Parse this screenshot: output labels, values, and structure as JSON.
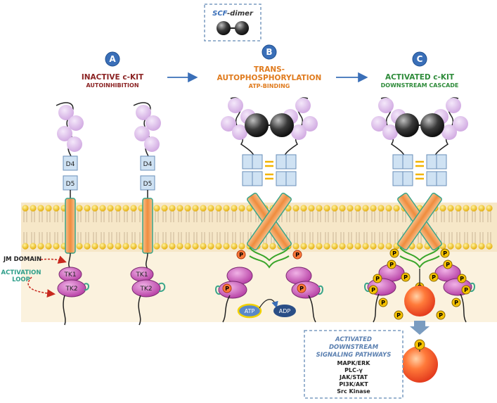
{
  "dimer_box": {
    "label_italic": "SCF",
    "label_rest": "-dimer"
  },
  "stages": [
    {
      "letter": "A",
      "title": "INACTIVE c-KIT",
      "subtitle": "AUTOINHIBITION"
    },
    {
      "letter": "B",
      "title_line1": "TRANS-",
      "title_line2": "AUTOPHOSPHORYLATION",
      "subtitle": "ATP-BINDING"
    },
    {
      "letter": "C",
      "title": "ACTIVATED c-KIT",
      "subtitle": "DOWNSTREAM CASCADE"
    }
  ],
  "domains": {
    "d4": "D4",
    "d5": "D5",
    "tk1": "TK1",
    "tk2": "TK2"
  },
  "phospho": "P",
  "nucleotides": {
    "atp": "ATP",
    "adp": "ADP"
  },
  "side_labels": {
    "jm_domain": "JM DOMAIN",
    "activation_line1": "ACTIVATION",
    "activation_line2": "LOOP"
  },
  "pathways": {
    "title_line1": "ACTIVATED",
    "title_line2": "DOWNSTREAM",
    "title_line3": "SIGNALING PATHWAYS",
    "items": [
      "MAPK/ERK",
      "PLC-γ",
      "JAK/STAT",
      "PI3K/AKT",
      "Src Kinase"
    ]
  },
  "colors": {
    "inactive_title": "#8b2323",
    "trans_title": "#e07b1e",
    "active_title": "#2e8b3a",
    "letter_circle": "#3a6fb8",
    "membrane_band": "#f6e7c8",
    "lipid_head": "#f2c200",
    "ig_domain": "#d9b8e6",
    "kinase": "#c050b0",
    "tm_helix": "#f0a45e",
    "box_dash": "#7a9cc0"
  }
}
